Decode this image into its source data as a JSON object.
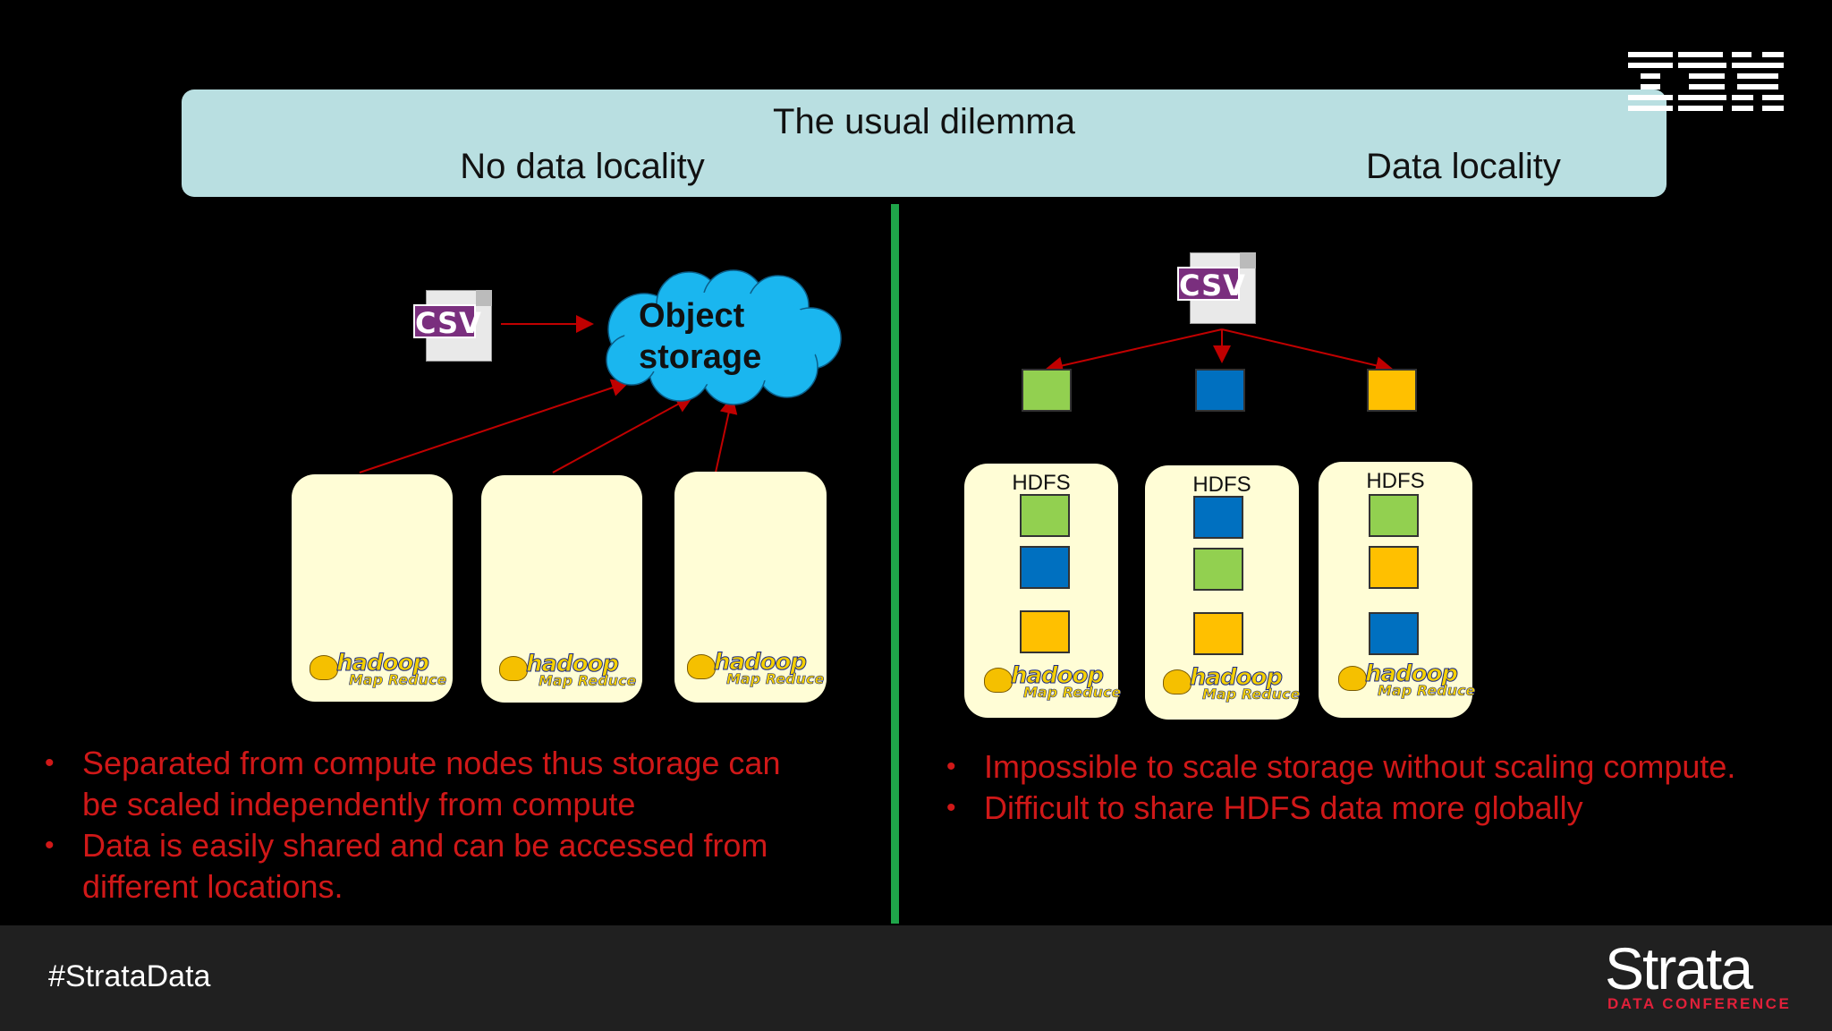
{
  "banner": {
    "title": "The usual dilemma",
    "left_heading": "No data locality",
    "right_heading": "Data locality"
  },
  "logo": {
    "ibm": "IBM"
  },
  "left": {
    "csv_label": "CSV",
    "cloud_label_line1": "Object",
    "cloud_label_line2": "storage",
    "node_logo_word": "hadoop",
    "node_logo_sub": "Map Reduce",
    "bullets": [
      [
        "Separated from compute nodes thus storage can",
        "be scaled independently from compute"
      ],
      [
        "Data is easily shared and can be accessed from",
        "different locations."
      ]
    ]
  },
  "right": {
    "csv_label": "CSV",
    "hdfs_label": "HDFS",
    "node_logo_word": "hadoop",
    "node_logo_sub": "Map Reduce",
    "top_blocks": [
      "green",
      "blue",
      "yellow"
    ],
    "nodes": [
      [
        "green",
        "blue",
        "yellow"
      ],
      [
        "blue",
        "green",
        "yellow"
      ],
      [
        "green",
        "yellow",
        "blue"
      ]
    ],
    "bullets": [
      "Impossible to scale storage without scaling compute.",
      "Difficult to share HDFS data more globally"
    ]
  },
  "colors": {
    "banner": "#b9dfe1",
    "divider": "#1fa54a",
    "bullet_text": "#d01818",
    "arrow": "#c00000",
    "cloud": "#1ab6ef",
    "node": "#fffdd6"
  },
  "footer": {
    "hashtag": "#StrataData",
    "brand": "Strata",
    "brand_sub": "DATA CONFERENCE"
  }
}
